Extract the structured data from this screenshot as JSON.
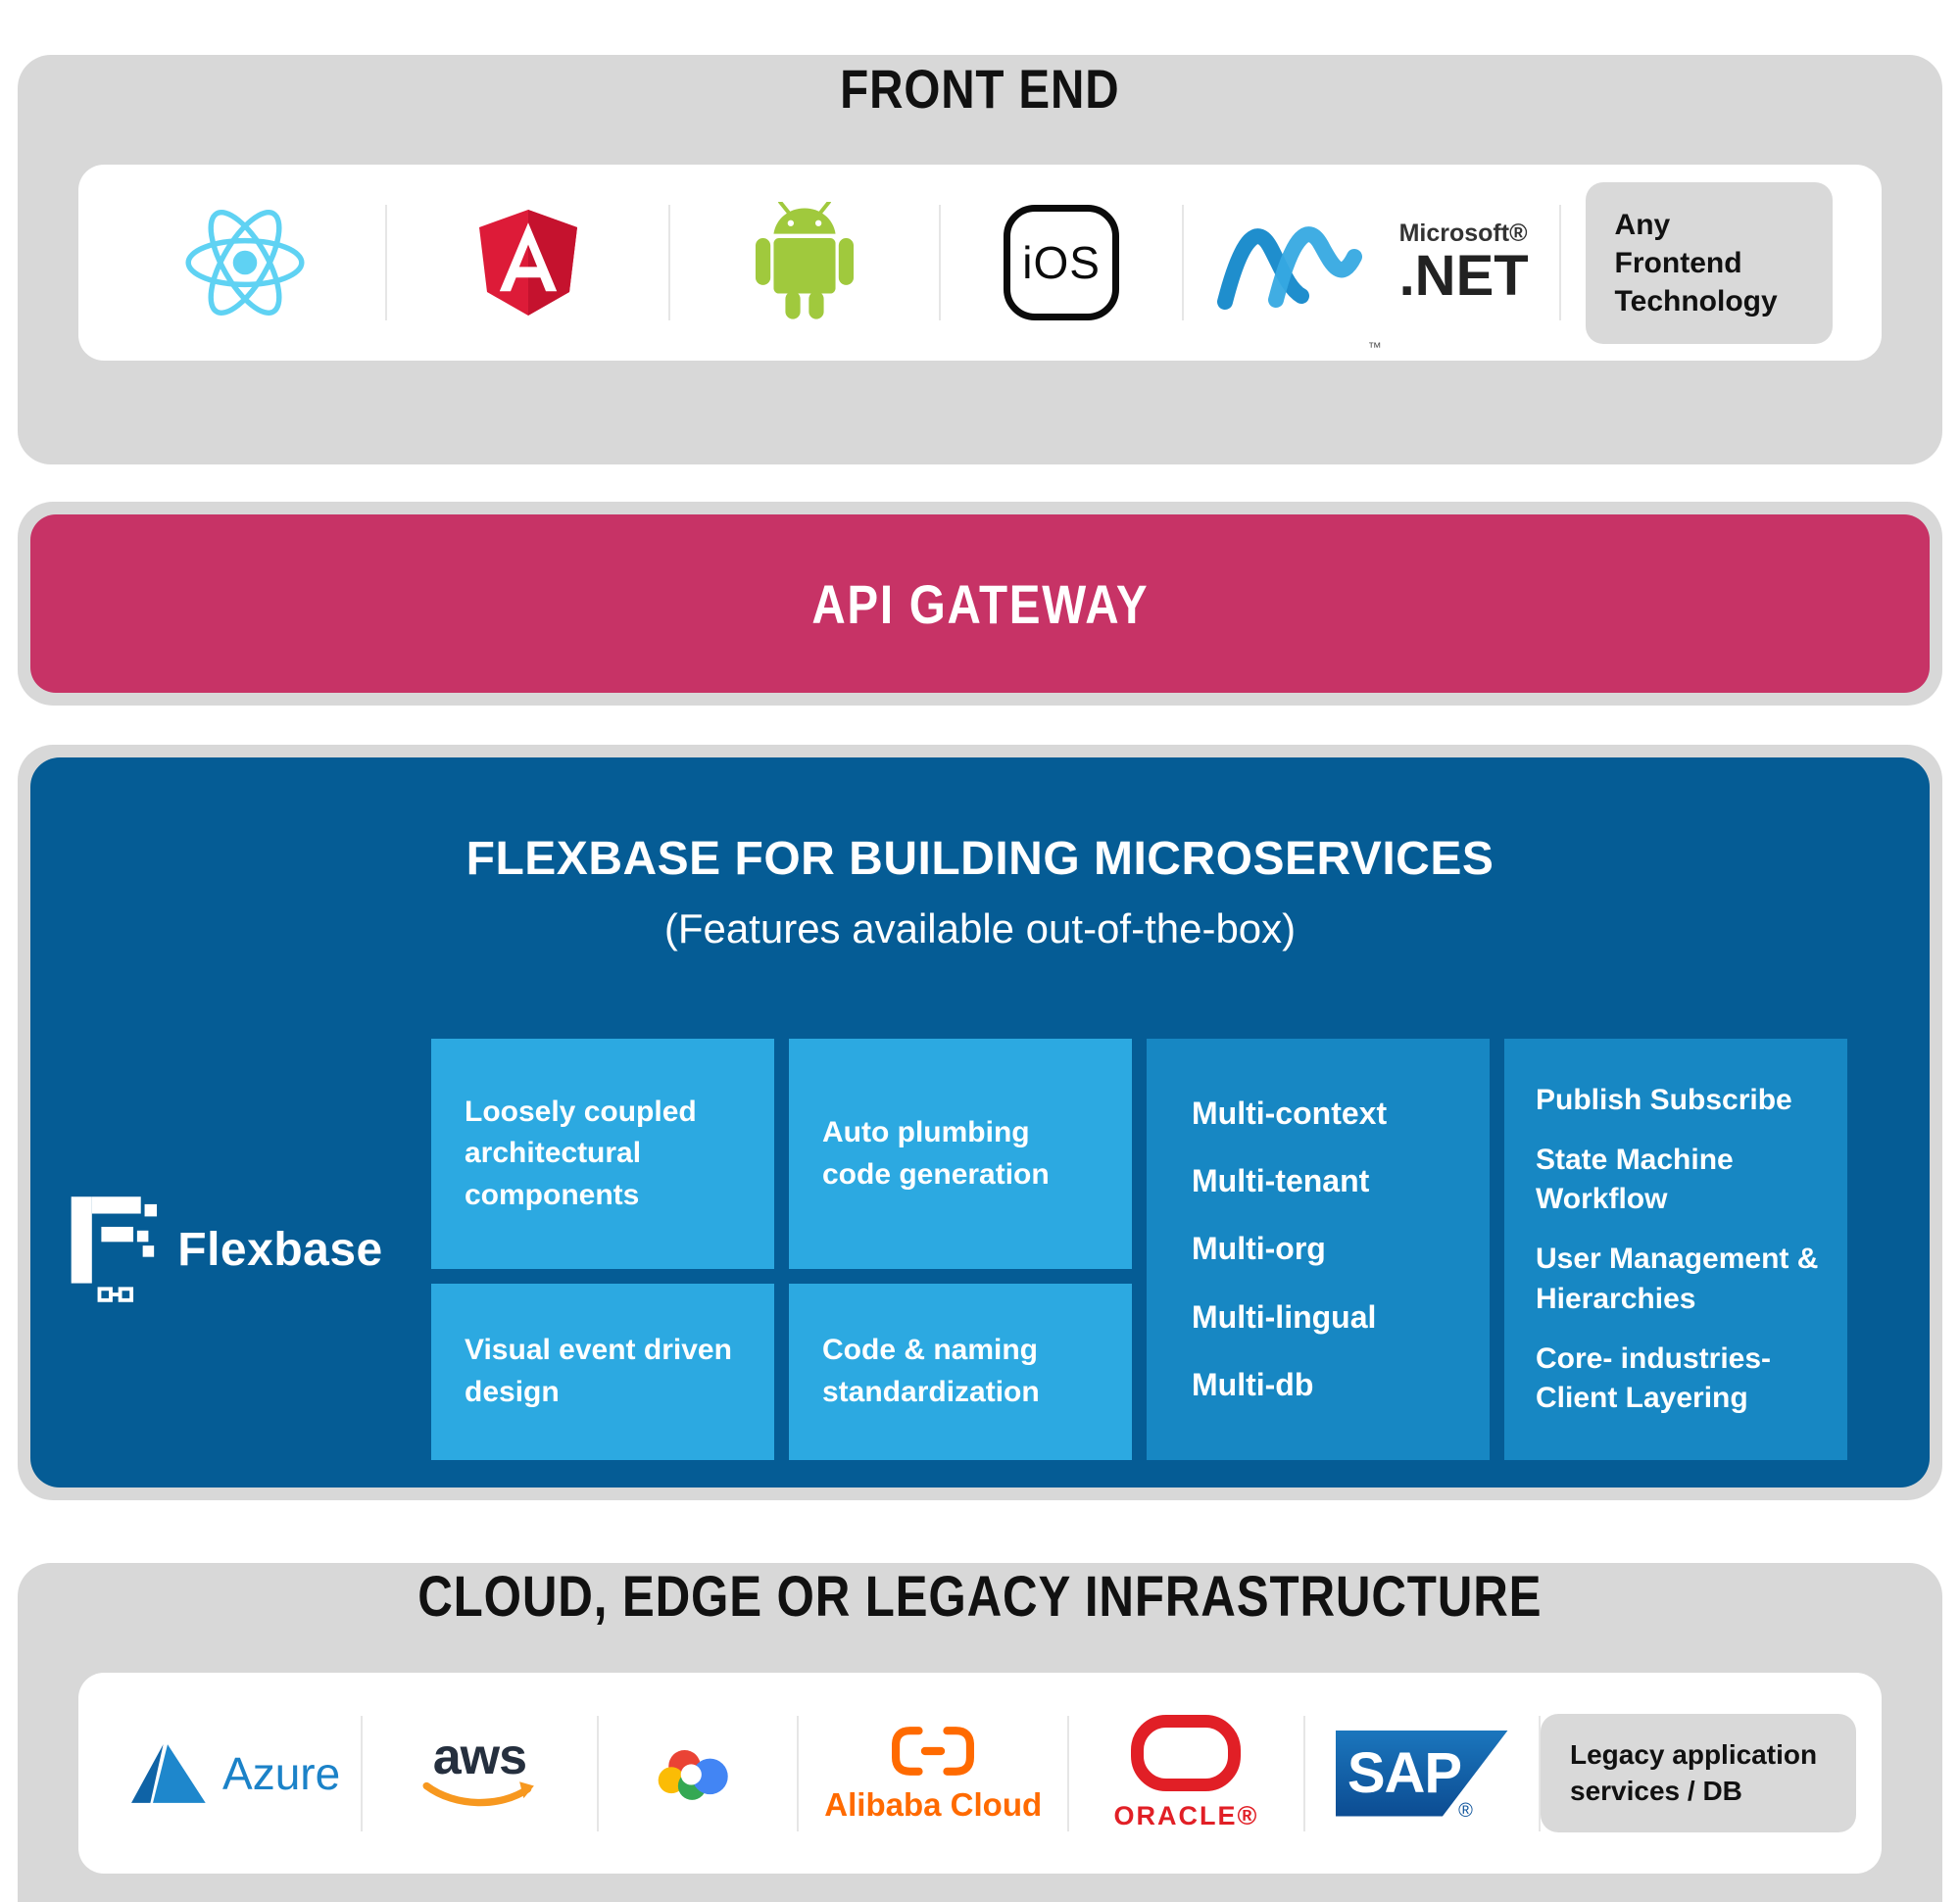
{
  "front_end": {
    "title": "FRONT END",
    "logos": {
      "react": {
        "name": "React"
      },
      "angular": {
        "name": "Angular"
      },
      "android": {
        "name": "Android"
      },
      "ios": {
        "label": "iOS"
      },
      "dotnet": {
        "brand": "Microsoft®",
        "product": ".NET",
        "tm": "™"
      },
      "any_frontend": {
        "label": "Any Frontend Technology"
      }
    }
  },
  "api_gateway": {
    "title": "API GATEWAY"
  },
  "flexbase": {
    "title": "FLEXBASE FOR BUILDING MICROSERVICES",
    "subtitle": "(Features available out-of-the-box)",
    "brand": "Flexbase",
    "features": [
      "Loosely coupled architectural components",
      "Auto plumbing code generation",
      "Visual event driven design",
      "Code & naming standardization"
    ],
    "multi": [
      "Multi-context",
      "Multi-tenant",
      "Multi-org",
      "Multi-lingual",
      "Multi-db"
    ],
    "capabilities": [
      "Publish Subscribe",
      "State Machine Workflow",
      "User Management & Hierarchies",
      "Core- industries- Client Layering"
    ]
  },
  "infrastructure": {
    "title": "CLOUD, EDGE OR LEGACY INFRASTRUCTURE",
    "providers": {
      "azure": {
        "label": "Azure"
      },
      "aws": {
        "label": "aws"
      },
      "google_cloud": {
        "name": "Google Cloud"
      },
      "alibaba": {
        "label": "Alibaba Cloud"
      },
      "oracle": {
        "label": "ORACLE®"
      },
      "sap": {
        "label": "SAP",
        "reg": "®"
      },
      "legacy": {
        "label": "Legacy application services / DB"
      }
    }
  },
  "colors": {
    "band_gray": "#D8D8D8",
    "chip_gray": "#D9D9D9",
    "api_gateway_pink": "#C73366",
    "flexbase_blue": "#055C95",
    "feature_light_blue": "#2CA9E1",
    "feature_medium_blue": "#1787C3",
    "react_blue": "#5FD2F3",
    "angular_red": "#DD1B38",
    "android_green": "#A0C93D",
    "azure_blue": "#1B82C8",
    "aws_dark": "#252F3E",
    "aws_orange": "#F7981F",
    "alibaba_orange": "#FF6A00",
    "oracle_red": "#E11F26",
    "sap_blue": "#10559C"
  }
}
